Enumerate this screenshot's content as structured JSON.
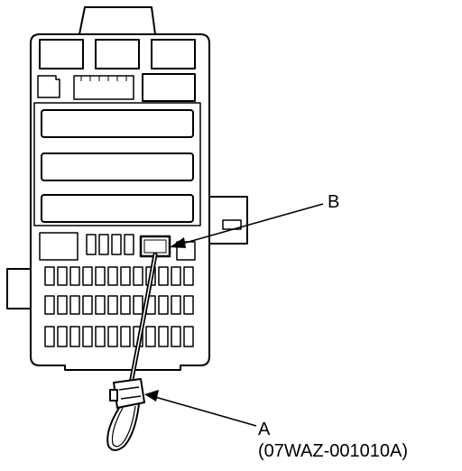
{
  "callouts": {
    "b": {
      "letter": "B"
    },
    "a": {
      "letter": "A",
      "part_number": "(07WAZ-001010A)"
    }
  },
  "colors": {
    "line": "#000000",
    "background": "#ffffff",
    "fill": "#ffffff"
  }
}
